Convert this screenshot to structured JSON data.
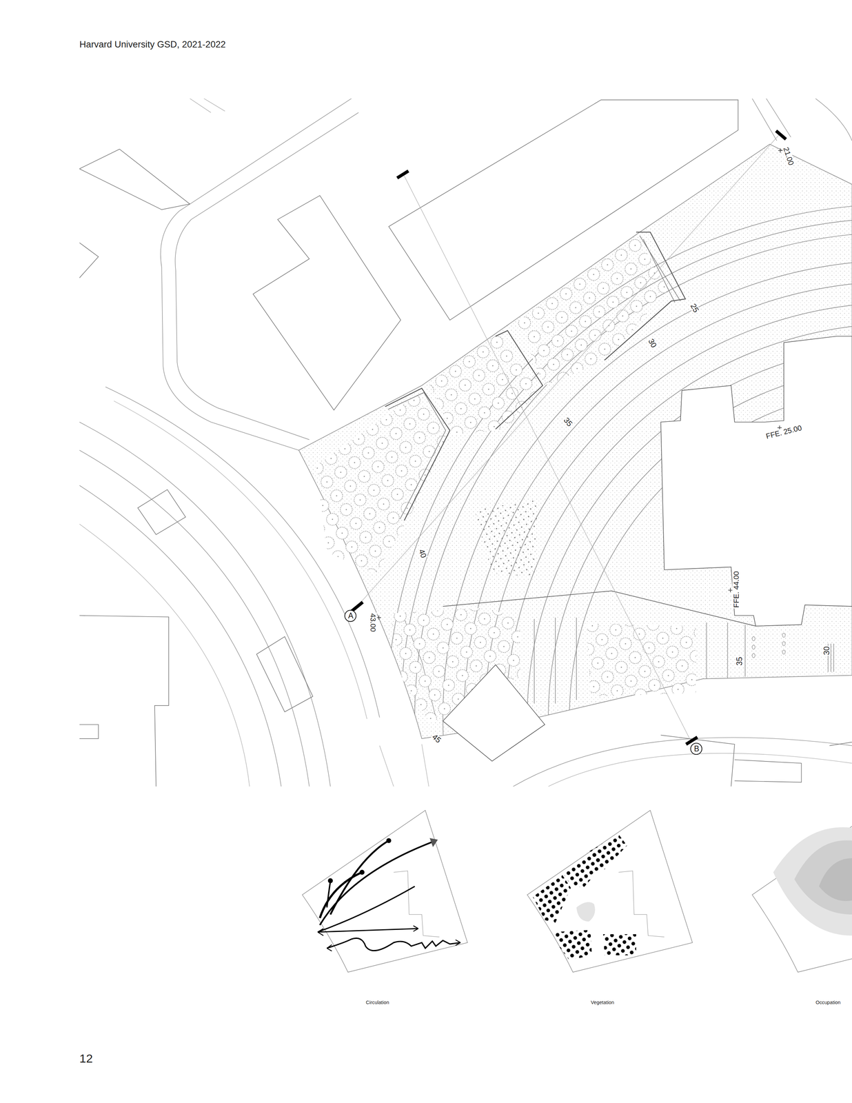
{
  "diagram": {
    "nodes": [
      {
        "text": [
          "A"
        ]
      },
      {
        "text": [
          "B"
        ]
      }
    ],
    "labels": [
      "Harvard University GSD, 2021-2022",
      "21.00",
      "25",
      "30",
      "35",
      "FFE. 25.00",
      "40",
      "FFE. 44.00",
      "43.00",
      "35",
      "30",
      "45",
      "Circulation",
      "Vegetation",
      "Occupation",
      "12"
    ]
  }
}
